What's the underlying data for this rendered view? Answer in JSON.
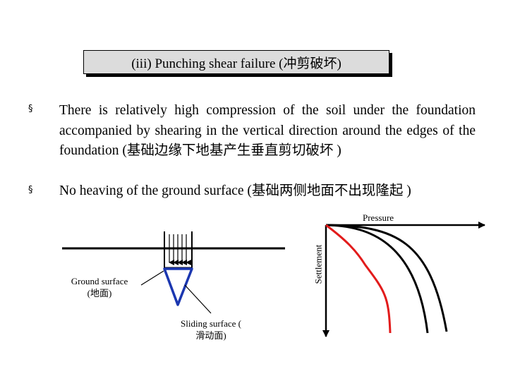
{
  "title": "(iii) Punching shear failure (冲剪破坏)",
  "bullets": [
    {
      "marker": "§",
      "text": "There is relatively high compression of the soil under the foundation accompanied by shearing in the vertical direction around the edges of the foundation (基础边缘下地基产生垂直剪切破坏 )"
    },
    {
      "marker": "§",
      "text": "No heaving of the ground surface (基础两侧地面不出现隆起 )"
    }
  ],
  "diagram": {
    "ground_surface_label_line1": "Ground surface",
    "ground_surface_label_line2": "(地面)",
    "sliding_surface_label_line1": "Sliding surface (",
    "sliding_surface_label_line2": "滑动面)"
  },
  "plot": {
    "x_axis_label": "Pressure",
    "y_axis_label": "Settlement",
    "curve_colors": [
      "#000000",
      "#000000",
      "#e21b1b"
    ]
  }
}
